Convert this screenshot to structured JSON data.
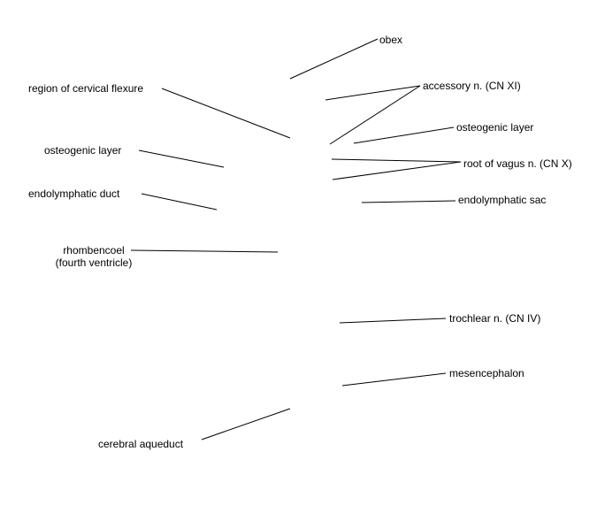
{
  "labels": {
    "obex": "obex",
    "region_cervical_flexure": "region of cervical flexure",
    "accessory_n": "accessory n. (CN XI)",
    "osteogenic_layer_right": "osteogenic layer",
    "osteogenic_layer_left": "osteogenic layer",
    "root_vagus_n": "root of vagus n. (CN X)",
    "endolymphatic_duct": "endolymphatic duct",
    "endolymphatic_sac": "endolymphatic sac",
    "rhombencoel_line1": "rhombencoel",
    "rhombencoel_line2": "(fourth ventricle)",
    "trochlear_n": "trochlear n. (CN IV)",
    "mesencephalon": "mesencephalon",
    "cerebral_aqueduct": "cerebral aqueduct"
  }
}
